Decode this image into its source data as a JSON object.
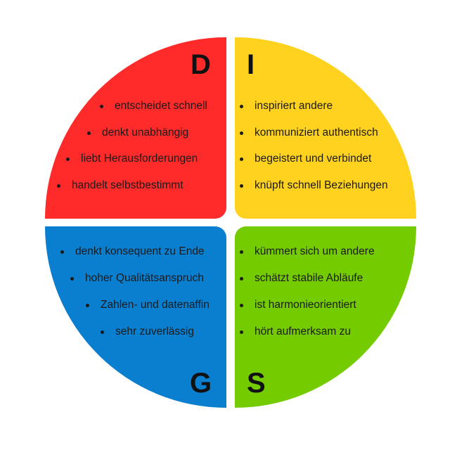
{
  "colors": {
    "d": "#ff2a2a",
    "i": "#ffd220",
    "g": "#0a7fd0",
    "s": "#74cc00"
  },
  "quadrants": {
    "d": {
      "letter": "D",
      "items": [
        "entscheidet schnell",
        "denkt unabhängig",
        "liebt Herausforderungen",
        "handelt selbstbestimmt"
      ]
    },
    "i": {
      "letter": "I",
      "items": [
        "inspiriert andere",
        "kommuniziert authentisch",
        "begeistert und verbindet",
        "knüpft schnell Beziehungen"
      ]
    },
    "g": {
      "letter": "G",
      "items": [
        "denkt konsequent zu Ende",
        "hoher Qualitätsanspruch",
        "Zahlen- und datenaffin",
        "sehr zuverlässig"
      ]
    },
    "s": {
      "letter": "S",
      "items": [
        "kümmert sich um andere",
        "schätzt stabile Abläufe",
        "ist harmonieorientiert",
        "hört aufmerksam zu"
      ]
    }
  }
}
